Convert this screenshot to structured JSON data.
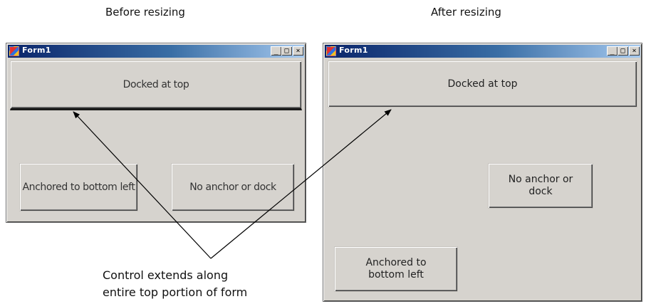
{
  "captions": {
    "before": "Before resizing",
    "after": "After resizing",
    "callout_line1": "Control extends along",
    "callout_line2": "entire top portion of form"
  },
  "before_window": {
    "title": "Form1",
    "caption_buttons": [
      "_",
      "□",
      "×"
    ],
    "docked_label": "Docked at top",
    "anchored_label": "Anchored to bottom left",
    "no_anchor_label": "No anchor or dock"
  },
  "after_window": {
    "title": "Form1",
    "caption_buttons": [
      "_",
      "□",
      "×"
    ],
    "docked_label": "Docked at top",
    "anchored_label": "Anchored to bottom left",
    "no_anchor_label": "No anchor or dock"
  },
  "colors": {
    "form_background": "#d6d3ce",
    "titlebar_start": "#0a246a",
    "titlebar_end": "#a6caf0",
    "arrow": "#000000"
  }
}
